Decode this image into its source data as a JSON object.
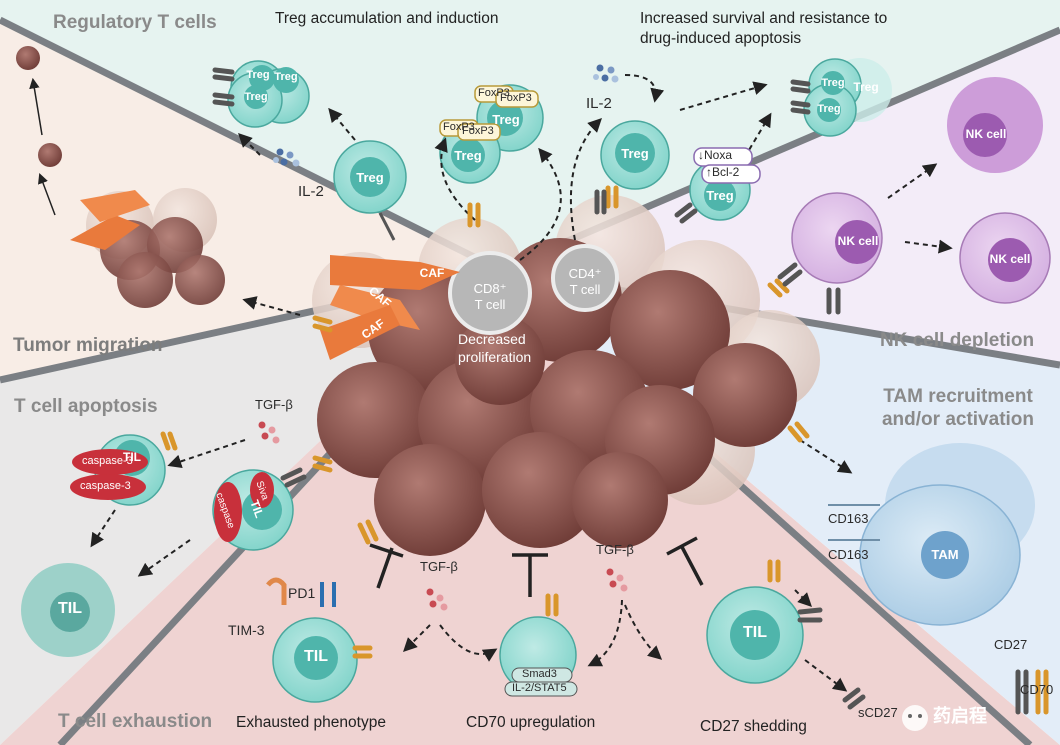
{
  "sections": {
    "regulatory": "Regulatory T cells",
    "tumor_migration": "Tumor migration",
    "t_cell_apoptosis": "T cell apoptosis",
    "t_cell_exhaustion": "T cell exhaustion",
    "nk_depletion": "NK cell depletion",
    "tam_line1": "TAM recruitment",
    "tam_line2": "and/or activation"
  },
  "captions": {
    "treg_accum": "Treg accumulation and induction",
    "survival_line1": "Increased survival and resistance to",
    "survival_line2": "drug-induced apoptosis",
    "exhausted": "Exhausted phenotype",
    "cd70_up": "CD70 upregulation",
    "cd27_shed": "CD27 shedding",
    "decreased_line1": "Decreased",
    "decreased_line2": "proliferation"
  },
  "labels": {
    "il2": "IL-2",
    "tgfb": "TGF-β",
    "treg": "Treg",
    "foxp3": "FoxP3",
    "noxa": "↓Noxa",
    "bcl2": "↑Bcl-2",
    "caf": "CAF",
    "cd8_line1": "CD8⁺",
    "cd8_line2": "T cell",
    "cd4_line1": "CD4⁺",
    "cd4_line2": "T cell",
    "nk": "NK cell",
    "tam": "TAM",
    "cd163": "CD163",
    "cd27": "CD27",
    "cd70": "CD70",
    "scd27": "sCD27",
    "til": "TIL",
    "caspase3": "caspase-3",
    "caspase": "caspase",
    "siva": "Siva",
    "pd1": "PD1",
    "tim3": "TIM-3",
    "smad3": "Smad3",
    "il2stat5": "IL-2/STAT5",
    "watermark": "药启程"
  },
  "colors": {
    "treg_fill": "#5cc7bc",
    "tumor": "#8a4f4a",
    "caf": "#e97a3c",
    "nk": "#b588c4",
    "tam": "#7fb3d6",
    "til": "#4fbcb4"
  }
}
